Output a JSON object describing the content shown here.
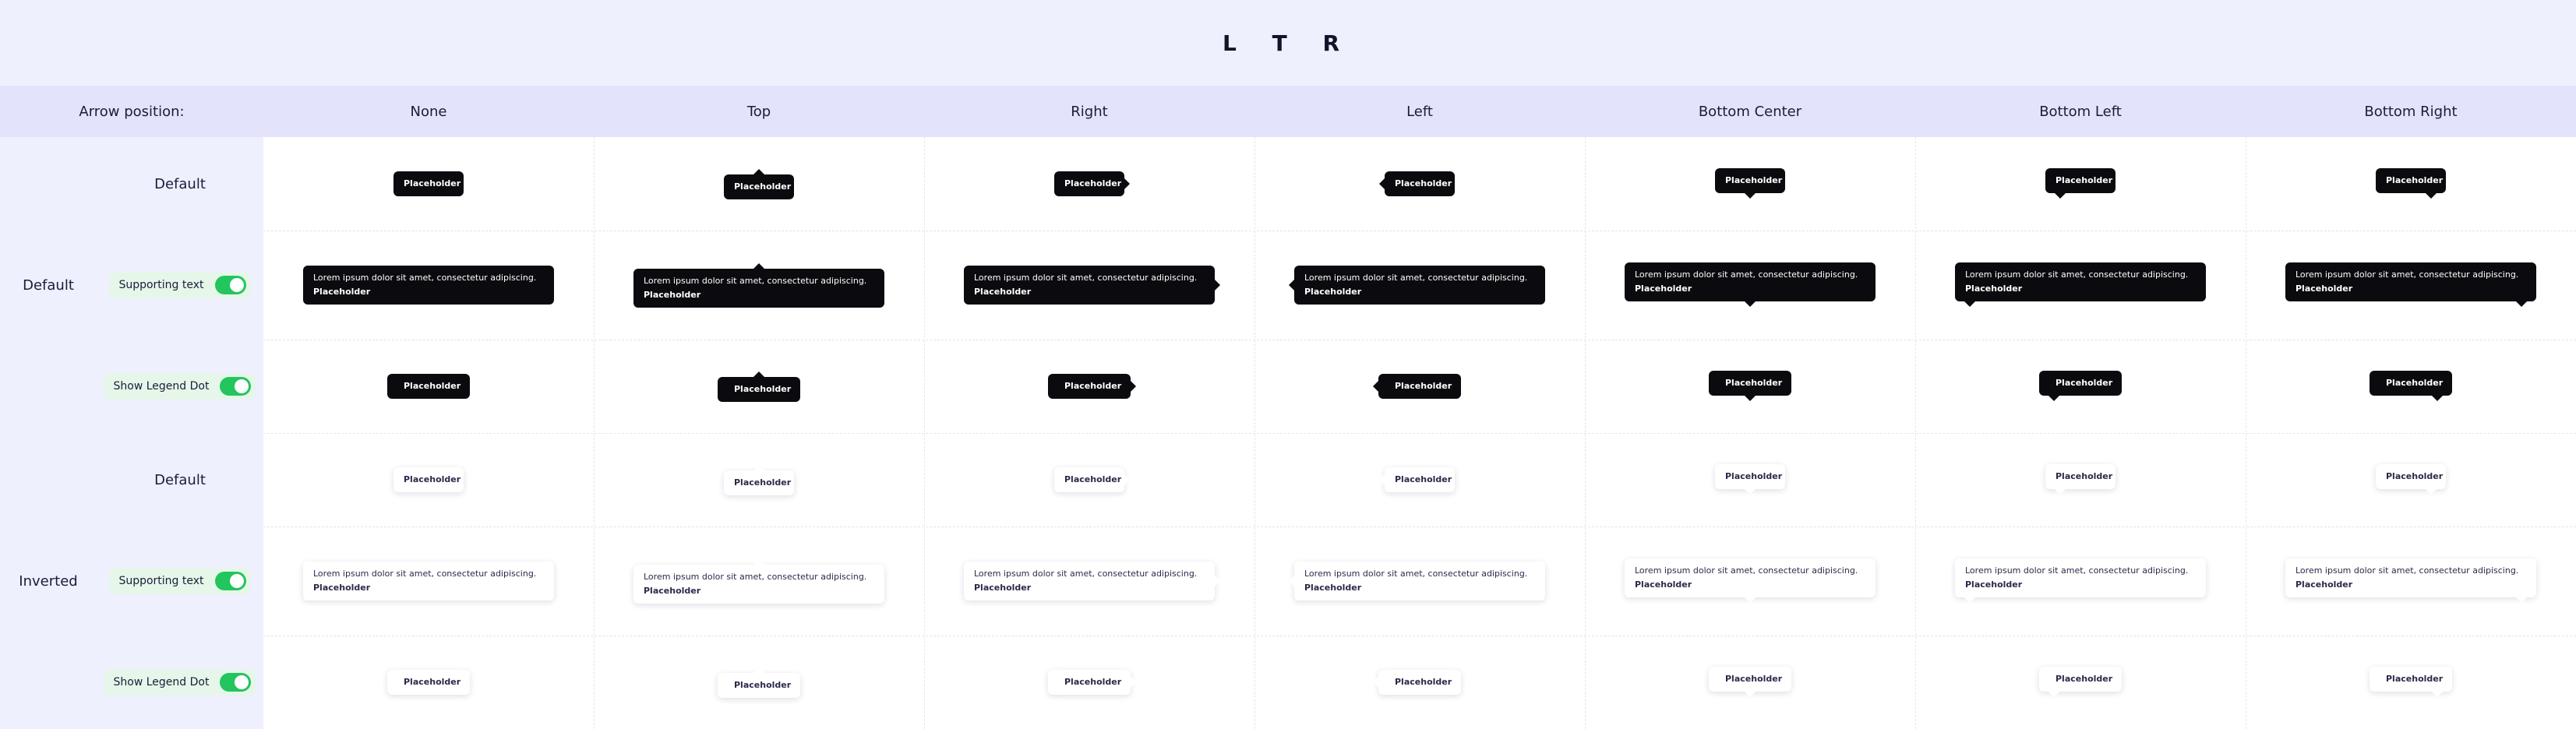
{
  "title": "L T R",
  "header": {
    "arrow_position_label": "Arrow position:",
    "columns": [
      "None",
      "Top",
      "Right",
      "Left",
      "Bottom Center",
      "Bottom Left",
      "Bottom Right"
    ]
  },
  "groups": [
    {
      "label": "Default",
      "variant": "dark"
    },
    {
      "label": "Inverted",
      "variant": "light"
    }
  ],
  "rows": [
    {
      "label": "Default",
      "toggle": false
    },
    {
      "label": "Supporting text",
      "toggle": true,
      "toggle_on": true
    },
    {
      "label": "Show Legend Dot",
      "toggle": true,
      "toggle_on": true
    }
  ],
  "tooltip": {
    "title": "Placeholder",
    "supporting_text": "Lorem ipsum dolor sit amet, consectetur adipiscing."
  },
  "colors": {
    "background": "#eef0fd",
    "header_band": "#e3e4fb",
    "tooltip_dark": "#0b0b0f",
    "tooltip_light": "#ffffff",
    "legend_dot": "#7c6cf2",
    "toggle_on": "#22c55e",
    "toggle_label_bg": "#e6f6e9"
  }
}
